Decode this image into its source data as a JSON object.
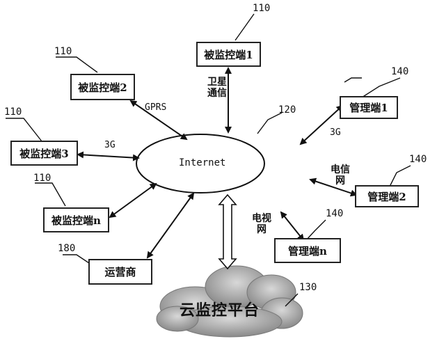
{
  "hub": {
    "label": "Internet"
  },
  "cloud": {
    "label": "云监控平台",
    "ref": "130"
  },
  "nodes": {
    "monitored_1": {
      "label": "被监控端1",
      "ref": "110"
    },
    "monitored_2": {
      "label": "被监控端2",
      "ref": "110"
    },
    "monitored_3": {
      "label": "被监控端3",
      "ref": "110"
    },
    "monitored_n": {
      "label": "被监控端n",
      "ref": "110"
    },
    "operator": {
      "label": "运营商",
      "ref": "180"
    },
    "manager_1": {
      "label": "管理端1",
      "ref": "140"
    },
    "manager_2": {
      "label": "管理端2",
      "ref": "140"
    },
    "manager_n": {
      "label": "管理端n",
      "ref": "140"
    }
  },
  "hub_ref": "120",
  "links": {
    "satellite": "卫星通信",
    "gprs": "GPRS",
    "g3_left": "3G",
    "g3_right": "3G",
    "telecom": "电信网",
    "tv": "电视网"
  }
}
